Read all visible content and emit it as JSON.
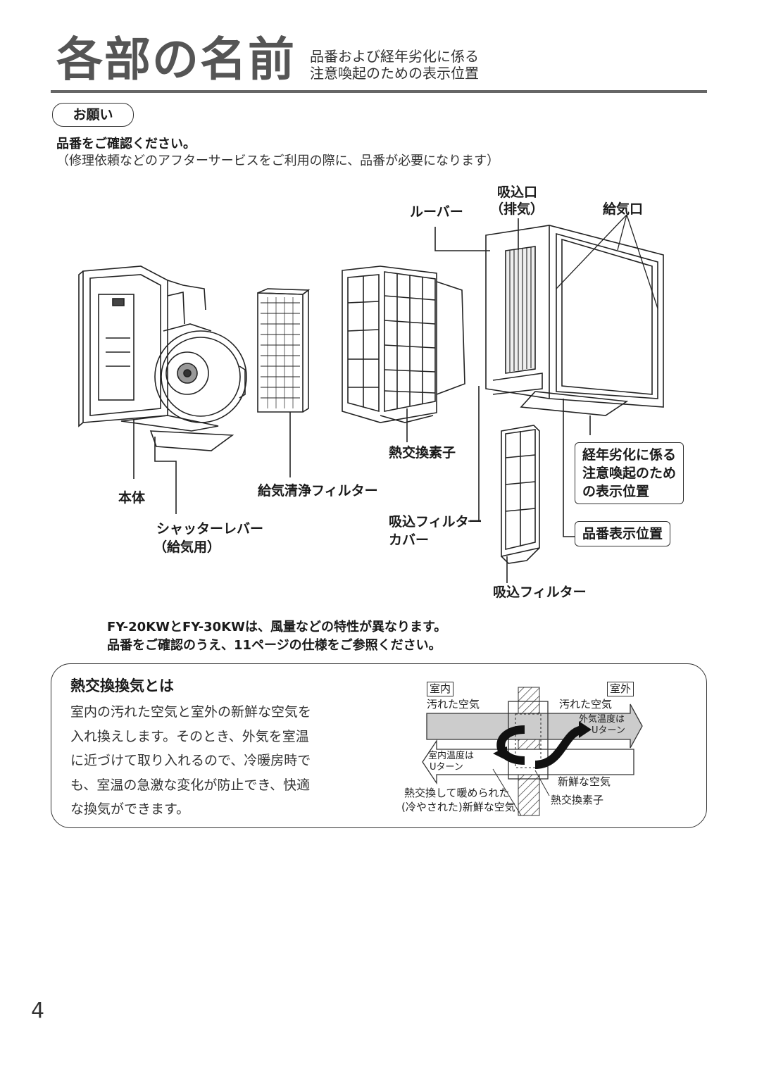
{
  "header": {
    "title": "各部の名前",
    "subtitle_line1": "品番および経年劣化に係る",
    "subtitle_line2": "注意喚起のための表示位置"
  },
  "request": {
    "badge": "お願い",
    "line1": "品番をご確認ください。",
    "line2": "（修理依頼などのアフターサービスをご利用の際に、品番が必要になります）"
  },
  "parts": {
    "louver": "ルーバー",
    "intake_1": "吸込口",
    "intake_2": "（排気）",
    "supply_outlet": "給気口",
    "heat_element": "熱交換素子",
    "aging_1": "経年劣化に係る",
    "aging_2": "注意喚起のため",
    "aging_3": "の表示位置",
    "body": "本体",
    "supply_filter": "給気清浄フィルター",
    "filter_cover_1": "吸込フィルター",
    "filter_cover_2": "カバー",
    "model_position": "品番表示位置",
    "shutter_1": "シャッターレバー",
    "shutter_2": "（給気用）",
    "intake_filter": "吸込フィルター"
  },
  "spec_note": {
    "line1": "FY-20KWとFY-30KWは、風量などの特性が異なります。",
    "line2": "品番をご確認のうえ、11ページの仕様をご参照ください。"
  },
  "info": {
    "heading": "熱交換換気とは",
    "lines": [
      "室内の汚れた空気と室外の新鮮な空気を",
      "入れ換えします。そのとき、外気を室温",
      "に近づけて取り入れるので、冷暖房時で",
      "も、室温の急激な変化が防止でき、快適",
      "な換気ができます。"
    ]
  },
  "flow_diagram": {
    "indoor": "室内",
    "outdoor": "室外",
    "dirty_left": "汚れた空気",
    "dirty_right": "汚れた空気",
    "outside_temp_1": "外気温度は",
    "outside_temp_2": "Uターン",
    "room_temp_1": "室内温度は",
    "room_temp_2": "Uターン",
    "fresh_air": "新鮮な空気",
    "element": "熱交換素子",
    "warmed_1": "熱交換して暖められた",
    "warmed_2": "(冷やされた)新鮮な空気"
  },
  "page_number": "4"
}
